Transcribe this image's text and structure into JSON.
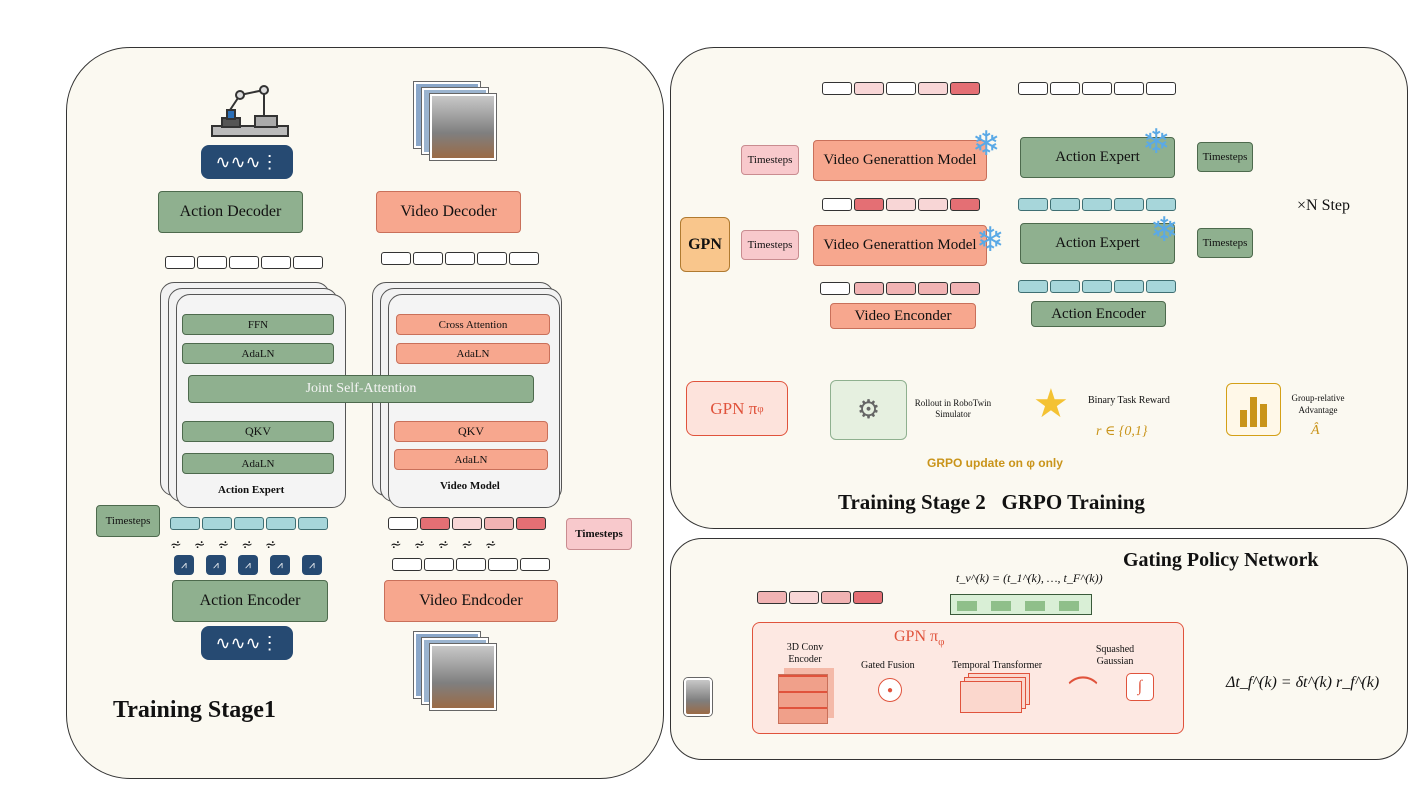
{
  "stage1": {
    "title": "Training Stage1",
    "action_decoder": "Action Decoder",
    "video_decoder": "Video Decoder",
    "ffn": "FFN",
    "adaln_top": "AdaLN",
    "joint_attention": "Joint Self-Attention",
    "qkv_left": "QKV",
    "adaln_bottom_left": "AdaLN",
    "action_expert_caption": "Action Expert",
    "cross_attention": "Cross Attention",
    "adaln_video_top": "AdaLN",
    "qkv_right": "QKV",
    "adaln_video_bottom": "AdaLN",
    "video_model_caption": "Video Model",
    "timesteps_left": "Timesteps",
    "timesteps_right": "Timesteps",
    "action_encoder": "Action Encoder",
    "video_encoder": "Video Endcoder"
  },
  "stage2": {
    "title": "Training Stage 2   GRPO Training",
    "timesteps": "Timesteps",
    "video_gen_model": "Video Generattion Model",
    "action_expert": "Action Expert",
    "gpn": "GPN",
    "n_step": "×N Step",
    "video_encoder": "Video Enconder",
    "action_encoder": "Action Encoder",
    "gpn_policy": "GPN π",
    "gpn_policy_sub": "φ",
    "rollout": "Rollout in RoboTwin Simulator",
    "reward": "Binary Task Reward",
    "reward_formula": "r ∈ {0,1}",
    "advantage": "Group-relative Advantage",
    "advantage_symbol": "Â",
    "update": "GRPO update on φ only"
  },
  "gpn": {
    "title": "Gating Policy Network",
    "timestep_formula": "t_v^(k) = (t_1^(k), …, t_F^(k))",
    "block_title": "GPN π",
    "block_title_sub": "φ",
    "conv_encoder": "3D Conv Encoder",
    "gated_fusion": "Gated Fusion",
    "temporal_transformer": "Temporal Transformer",
    "squashed_gaussian": "Squashed Gaussian",
    "output_formula": "Δt_f^(k) = δt^(k) r_f^(k)"
  },
  "colors": {
    "green": "#8fb08f",
    "salmon": "#f7a78e",
    "pink": "#f8c9cc",
    "teal": "#a7d6da",
    "gold": "#d4a017",
    "red": "#e0533c"
  }
}
